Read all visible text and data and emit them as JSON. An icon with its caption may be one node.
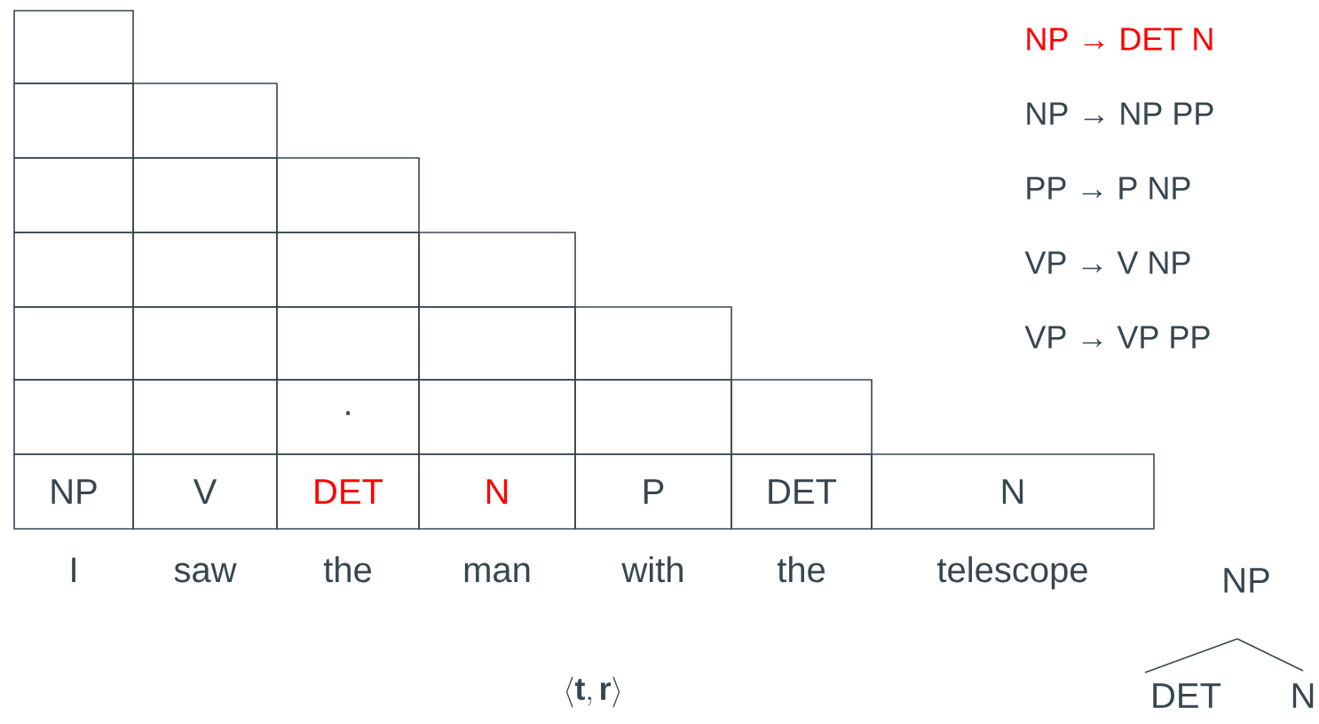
{
  "diagram": {
    "nodes": [
      {
        "text": [],
        "shape": "box"
      },
      {
        "text": [],
        "shape": "box"
      },
      {
        "text": [],
        "shape": "box"
      },
      {
        "text": [],
        "shape": "box"
      },
      {
        "text": [],
        "shape": "box"
      },
      {
        "text": [],
        "shape": "box"
      },
      {
        "text": [],
        "shape": "box"
      },
      {
        "text": [],
        "shape": "box"
      },
      {
        "text": [],
        "shape": "box"
      },
      {
        "text": [],
        "shape": "box"
      },
      {
        "text": [],
        "shape": "box"
      },
      {
        "text": [],
        "shape": "box"
      },
      {
        "text": [],
        "shape": "box"
      },
      {
        "text": [],
        "shape": "box"
      },
      {
        "text": [],
        "shape": "box"
      },
      {
        "text": [],
        "shape": "box"
      },
      {
        "text": [],
        "shape": "box"
      },
      {
        "text": [
          "·"
        ]
      },
      {
        "text": [],
        "shape": "box"
      },
      {
        "text": [],
        "shape": "box"
      },
      {
        "text": [],
        "shape": "box"
      },
      {
        "text": [
          "NP"
        ]
      },
      {
        "text": [
          "V"
        ]
      },
      {
        "text": [
          "DET"
        ]
      },
      {
        "text": [
          "N"
        ]
      },
      {
        "text": [
          "P"
        ]
      },
      {
        "text": [
          "DET"
        ]
      },
      {
        "text": [
          "N"
        ]
      },
      {
        "text": [
          "NP"
        ]
      },
      {
        "text": [
          "DET"
        ]
      },
      {
        "text": [
          "N"
        ]
      }
    ],
    "edges": [
      {
        "from": 28,
        "to": 29,
        "arrow": "none"
      },
      {
        "from": 28,
        "to": 30,
        "arrow": "none"
      }
    ],
    "labels": [
      "I",
      "saw",
      "the",
      "man",
      "with",
      "the",
      "telescope",
      "NP → DET N",
      "NP → NP PP",
      "PP → P NP",
      "VP → V NP",
      "VP → VP PP",
      "\\langle \\mathbf{t}, \\mathbf{r} \\rangle"
    ]
  }
}
